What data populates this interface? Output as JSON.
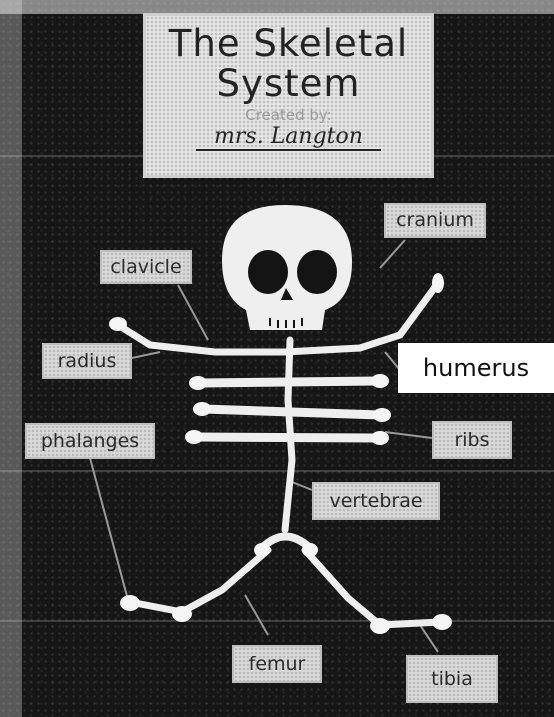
{
  "title": {
    "line1": "The Skeletal",
    "line2": "System",
    "created_by": "Created by:",
    "author": "mrs. Langton"
  },
  "labels": {
    "cranium": "cranium",
    "clavicle": "clavicle",
    "radius": "radius",
    "humerus": "humerus",
    "phalanges": "phalanges",
    "ribs": "ribs",
    "vertebrae": "vertebrae",
    "femur": "femur",
    "tibia": "tibia"
  },
  "colors": {
    "board": "#161616",
    "bone": "#efefef",
    "card": "#d9d9d9"
  }
}
